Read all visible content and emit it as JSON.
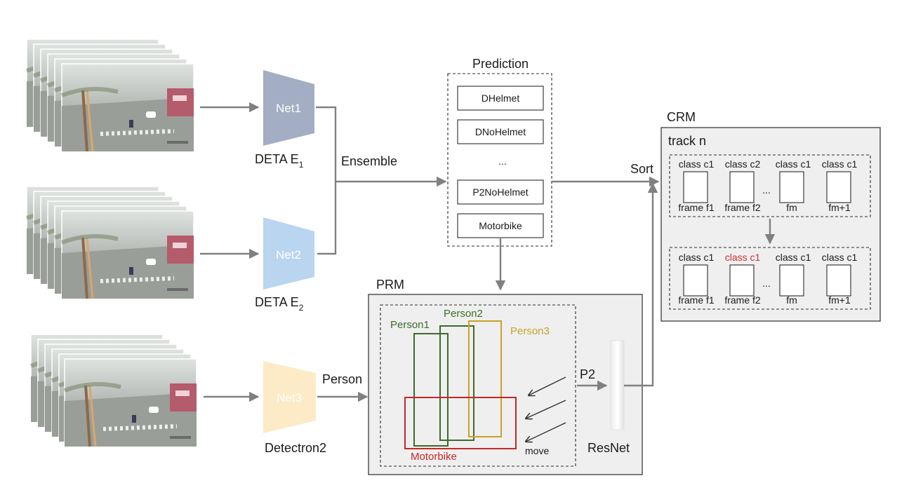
{
  "inputs": [
    {
      "label": "DETA E",
      "sub": "1",
      "net": "Net1",
      "color": "#a3adc4"
    },
    {
      "label": "DETA E",
      "sub": "2",
      "net": "Net2",
      "color": "#b9d5ef"
    },
    {
      "label": "Detectron2",
      "net": "Net3",
      "color": "#fcebc6"
    }
  ],
  "edges": {
    "ensemble": "Ensemble",
    "person": "Person",
    "sort": "Sort",
    "p2": "P2"
  },
  "prediction": {
    "title": "Prediction",
    "items": [
      "DHelmet",
      "DNoHelmet",
      "...",
      "P2NoHelmet",
      "Motorbike"
    ]
  },
  "prm": {
    "title": "PRM",
    "persons": [
      {
        "label": "Person1",
        "color": "#3d6b2a"
      },
      {
        "label": "Person2",
        "color": "#3d6b2a"
      },
      {
        "label": "Person3",
        "color": "#c9a227"
      }
    ],
    "motorbike": {
      "label": "Motorbike",
      "color": "#c62828"
    },
    "move_label": "move",
    "resnet_label": "ResNet"
  },
  "crm": {
    "title": "CRM",
    "track_label": "track n",
    "row1": {
      "classes": [
        "class c1",
        "class c2",
        "class c1",
        "class c1"
      ],
      "frames": [
        "frame f1",
        "frame f2",
        "fm",
        "fm+1"
      ],
      "ellipsis": "..."
    },
    "row2": {
      "classes": [
        "class c1",
        "class c1",
        "class c1",
        "class c1"
      ],
      "highlight_index": 1,
      "highlight_color": "#d32f2f",
      "frames": [
        "frame f1",
        "frame f2",
        "fm",
        "fm+1"
      ],
      "ellipsis": "..."
    }
  }
}
